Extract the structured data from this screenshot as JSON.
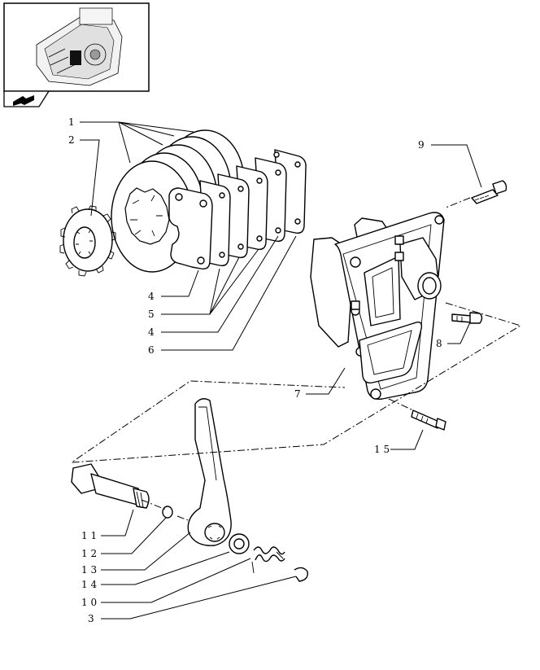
{
  "thumbnail": {
    "icon": "next-page-arrow-icon"
  },
  "callouts": [
    {
      "id": "c1",
      "label": "1"
    },
    {
      "id": "c2",
      "label": "2"
    },
    {
      "id": "c4a",
      "label": "4"
    },
    {
      "id": "c5",
      "label": "5"
    },
    {
      "id": "c4b",
      "label": "4"
    },
    {
      "id": "c6",
      "label": "6"
    },
    {
      "id": "c9",
      "label": "9"
    },
    {
      "id": "c8",
      "label": "8"
    },
    {
      "id": "c7",
      "label": "7"
    },
    {
      "id": "c15",
      "label": "1 5"
    },
    {
      "id": "c11",
      "label": "1 1"
    },
    {
      "id": "c12",
      "label": "1 2"
    },
    {
      "id": "c13",
      "label": "1 3"
    },
    {
      "id": "c14",
      "label": "1 4"
    },
    {
      "id": "c10",
      "label": "1 0"
    },
    {
      "id": "c3",
      "label": "3"
    }
  ]
}
